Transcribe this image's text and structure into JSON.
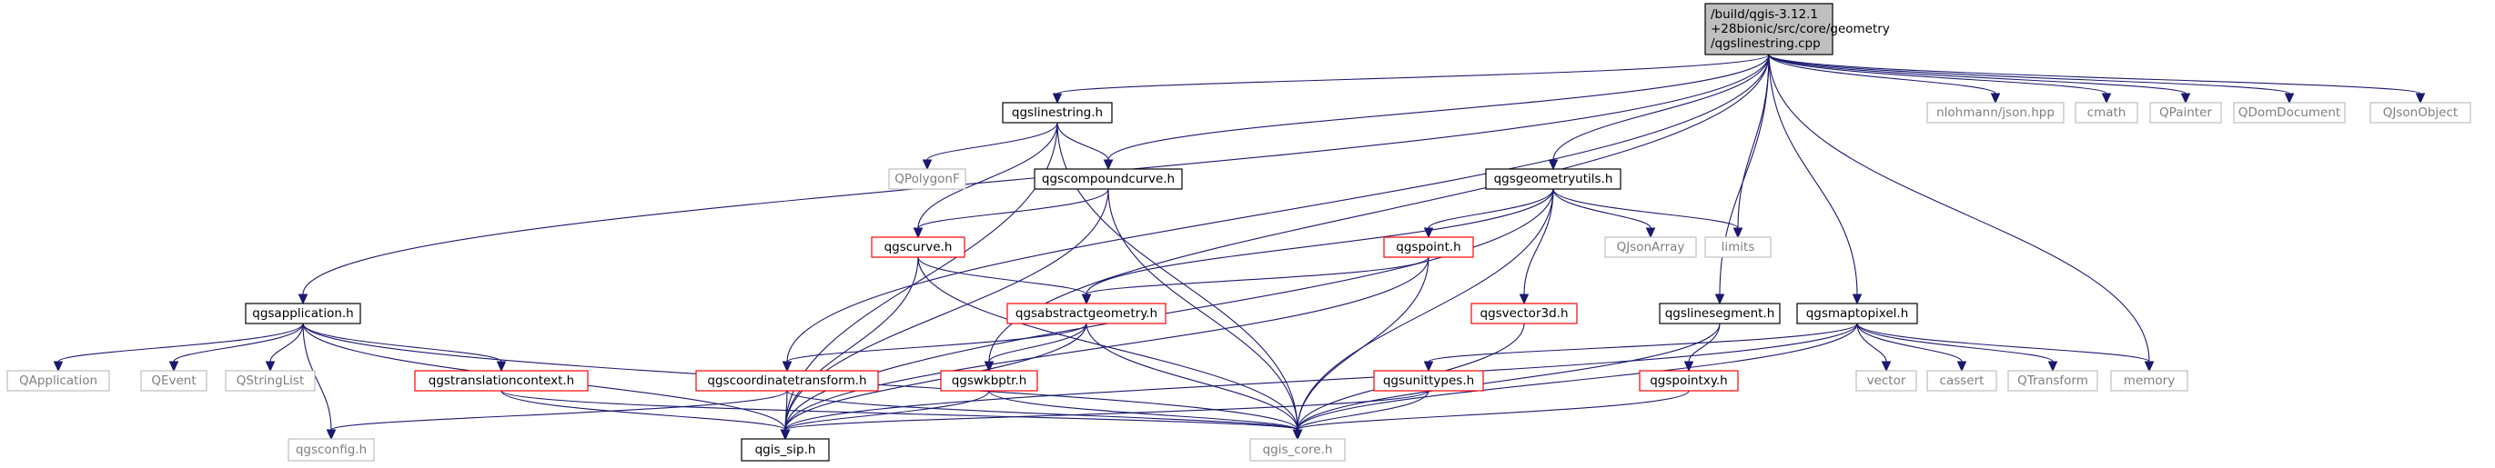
{
  "graph": {
    "colors": {
      "edge": "#191970",
      "root_fill": "#bfbfbf",
      "root_border": "#000000",
      "documented_border": "#000000",
      "undocumented_border": "#ff0000",
      "external_border": "#bfbfbf",
      "external_text": "#7f7f7f",
      "text": "#000000",
      "node_fill": "#ffffff"
    },
    "nodes": [
      {
        "id": "root",
        "kind": "root",
        "lines": [
          "/build/qgis-3.12.1",
          "+28bionic/src/core/geometry",
          "/qgslinestring.cpp"
        ]
      },
      {
        "id": "qgslinestring_h",
        "kind": "documented",
        "lines": [
          "qgslinestring.h"
        ]
      },
      {
        "id": "qgsapplication_h",
        "kind": "documented",
        "lines": [
          "qgsapplication.h"
        ]
      },
      {
        "id": "qgscompoundcurve_h",
        "kind": "documented",
        "lines": [
          "qgscompoundcurve.h"
        ]
      },
      {
        "id": "qgsgeometryutils_h",
        "kind": "documented",
        "lines": [
          "qgsgeometryutils.h"
        ]
      },
      {
        "id": "qgslinesegment_h",
        "kind": "documented",
        "lines": [
          "qgslinesegment.h"
        ]
      },
      {
        "id": "qgsmaptopixel_h",
        "kind": "documented",
        "lines": [
          "qgsmaptopixel.h"
        ]
      },
      {
        "id": "qgis_sip_h",
        "kind": "documented",
        "lines": [
          "qgis_sip.h"
        ]
      },
      {
        "id": "qgscurve_h",
        "kind": "undocumented",
        "lines": [
          "qgscurve.h"
        ]
      },
      {
        "id": "qgsabstractgeometry_h",
        "kind": "undocumented",
        "lines": [
          "qgsabstractgeometry.h"
        ]
      },
      {
        "id": "qgspoint_h",
        "kind": "undocumented",
        "lines": [
          "qgspoint.h"
        ]
      },
      {
        "id": "qgsvector3d_h",
        "kind": "undocumented",
        "lines": [
          "qgsvector3d.h"
        ]
      },
      {
        "id": "qgstranslationcontext_h",
        "kind": "undocumented",
        "lines": [
          "qgstranslationcontext.h"
        ]
      },
      {
        "id": "qgscoordinatetransform_h",
        "kind": "undocumented",
        "lines": [
          "qgscoordinatetransform.h"
        ]
      },
      {
        "id": "qgswkbptr_h",
        "kind": "undocumented",
        "lines": [
          "qgswkbptr.h"
        ]
      },
      {
        "id": "qgsunittypes_h",
        "kind": "undocumented",
        "lines": [
          "qgsunittypes.h"
        ]
      },
      {
        "id": "qgspointxy_h",
        "kind": "undocumented",
        "lines": [
          "qgspointxy.h"
        ]
      },
      {
        "id": "qgis_core_h",
        "kind": "external",
        "lines": [
          "qgis_core.h"
        ]
      },
      {
        "id": "qgsconfig_h",
        "kind": "external",
        "lines": [
          "qgsconfig.h"
        ]
      },
      {
        "id": "qpolygonf",
        "kind": "external",
        "lines": [
          "QPolygonF"
        ]
      },
      {
        "id": "qapplication",
        "kind": "external",
        "lines": [
          "QApplication"
        ]
      },
      {
        "id": "qevent",
        "kind": "external",
        "lines": [
          "QEvent"
        ]
      },
      {
        "id": "qstringlist",
        "kind": "external",
        "lines": [
          "QStringList"
        ]
      },
      {
        "id": "qjsonarray",
        "kind": "external",
        "lines": [
          "QJsonArray"
        ]
      },
      {
        "id": "limits",
        "kind": "external",
        "lines": [
          "limits"
        ]
      },
      {
        "id": "nlohmann_json",
        "kind": "external",
        "lines": [
          "nlohmann/json.hpp"
        ]
      },
      {
        "id": "cmath",
        "kind": "external",
        "lines": [
          "cmath"
        ]
      },
      {
        "id": "qpainter",
        "kind": "external",
        "lines": [
          "QPainter"
        ]
      },
      {
        "id": "qdomdocument",
        "kind": "external",
        "lines": [
          "QDomDocument"
        ]
      },
      {
        "id": "qjsonobject",
        "kind": "external",
        "lines": [
          "QJsonObject"
        ]
      },
      {
        "id": "memory",
        "kind": "external",
        "lines": [
          "memory"
        ]
      },
      {
        "id": "vector",
        "kind": "external",
        "lines": [
          "vector"
        ]
      },
      {
        "id": "cassert",
        "kind": "external",
        "lines": [
          "cassert"
        ]
      },
      {
        "id": "qtransform",
        "kind": "external",
        "lines": [
          "QTransform"
        ]
      }
    ],
    "edges": [
      [
        "root",
        "qgslinestring_h"
      ],
      [
        "root",
        "qgsapplication_h"
      ],
      [
        "root",
        "qgscompoundcurve_h"
      ],
      [
        "root",
        "qgsgeometryutils_h"
      ],
      [
        "root",
        "qgswkbptr_h"
      ],
      [
        "root",
        "qgscoordinatetransform_h"
      ],
      [
        "root",
        "qgslinesegment_h"
      ],
      [
        "root",
        "qgsmaptopixel_h"
      ],
      [
        "root",
        "limits"
      ],
      [
        "root",
        "nlohmann_json"
      ],
      [
        "root",
        "cmath"
      ],
      [
        "root",
        "qpainter"
      ],
      [
        "root",
        "qdomdocument"
      ],
      [
        "root",
        "qjsonobject"
      ],
      [
        "root",
        "memory"
      ],
      [
        "qgslinestring_h",
        "qpolygonf"
      ],
      [
        "qgslinestring_h",
        "qgscompoundcurve_h"
      ],
      [
        "qgslinestring_h",
        "qgscurve_h"
      ],
      [
        "qgslinestring_h",
        "qgis_sip_h"
      ],
      [
        "qgslinestring_h",
        "qgis_core_h"
      ],
      [
        "qgscompoundcurve_h",
        "qgscurve_h"
      ],
      [
        "qgscompoundcurve_h",
        "qgis_sip_h"
      ],
      [
        "qgscompoundcurve_h",
        "qgis_core_h"
      ],
      [
        "qgscurve_h",
        "qgsabstractgeometry_h"
      ],
      [
        "qgscurve_h",
        "qgis_sip_h"
      ],
      [
        "qgscurve_h",
        "qgis_core_h"
      ],
      [
        "qgsgeometryutils_h",
        "qgspoint_h"
      ],
      [
        "qgsgeometryutils_h",
        "qgsvector3d_h"
      ],
      [
        "qgsgeometryutils_h",
        "qjsonarray"
      ],
      [
        "qgsgeometryutils_h",
        "limits"
      ],
      [
        "qgsgeometryutils_h",
        "qgsabstractgeometry_h"
      ],
      [
        "qgsgeometryutils_h",
        "qgis_sip_h"
      ],
      [
        "qgsgeometryutils_h",
        "qgis_core_h"
      ],
      [
        "qgspoint_h",
        "qgsabstractgeometry_h"
      ],
      [
        "qgspoint_h",
        "qgis_sip_h"
      ],
      [
        "qgspoint_h",
        "qgis_core_h"
      ],
      [
        "qgsabstractgeometry_h",
        "qgscoordinatetransform_h"
      ],
      [
        "qgsabstractgeometry_h",
        "qgswkbptr_h"
      ],
      [
        "qgsabstractgeometry_h",
        "qgis_sip_h"
      ],
      [
        "qgsabstractgeometry_h",
        "qgis_core_h"
      ],
      [
        "qgsvector3d_h",
        "qgis_core_h"
      ],
      [
        "qgsapplication_h",
        "qapplication"
      ],
      [
        "qgsapplication_h",
        "qevent"
      ],
      [
        "qgsapplication_h",
        "qstringlist"
      ],
      [
        "qgsapplication_h",
        "qgstranslationcontext_h"
      ],
      [
        "qgsapplication_h",
        "qgsconfig_h"
      ],
      [
        "qgsapplication_h",
        "qgis_sip_h"
      ],
      [
        "qgsapplication_h",
        "qgis_core_h"
      ],
      [
        "qgstranslationcontext_h",
        "qgis_sip_h"
      ],
      [
        "qgstranslationcontext_h",
        "qgis_core_h"
      ],
      [
        "qgscoordinatetransform_h",
        "qgsconfig_h"
      ],
      [
        "qgscoordinatetransform_h",
        "qgis_sip_h"
      ],
      [
        "qgscoordinatetransform_h",
        "qgis_core_h"
      ],
      [
        "qgswkbptr_h",
        "qgis_sip_h"
      ],
      [
        "qgswkbptr_h",
        "qgis_core_h"
      ],
      [
        "qgslinesegment_h",
        "qgspointxy_h"
      ],
      [
        "qgslinesegment_h",
        "qgis_core_h"
      ],
      [
        "qgspointxy_h",
        "qgis_core_h"
      ],
      [
        "qgsmaptopixel_h",
        "qgsunittypes_h"
      ],
      [
        "qgsmaptopixel_h",
        "vector"
      ],
      [
        "qgsmaptopixel_h",
        "cassert"
      ],
      [
        "qgsmaptopixel_h",
        "qtransform"
      ],
      [
        "qgsmaptopixel_h",
        "memory"
      ],
      [
        "qgsmaptopixel_h",
        "qgis_sip_h"
      ],
      [
        "qgsmaptopixel_h",
        "qgis_core_h"
      ],
      [
        "qgsunittypes_h",
        "qgis_sip_h"
      ],
      [
        "qgsunittypes_h",
        "qgis_core_h"
      ]
    ]
  }
}
